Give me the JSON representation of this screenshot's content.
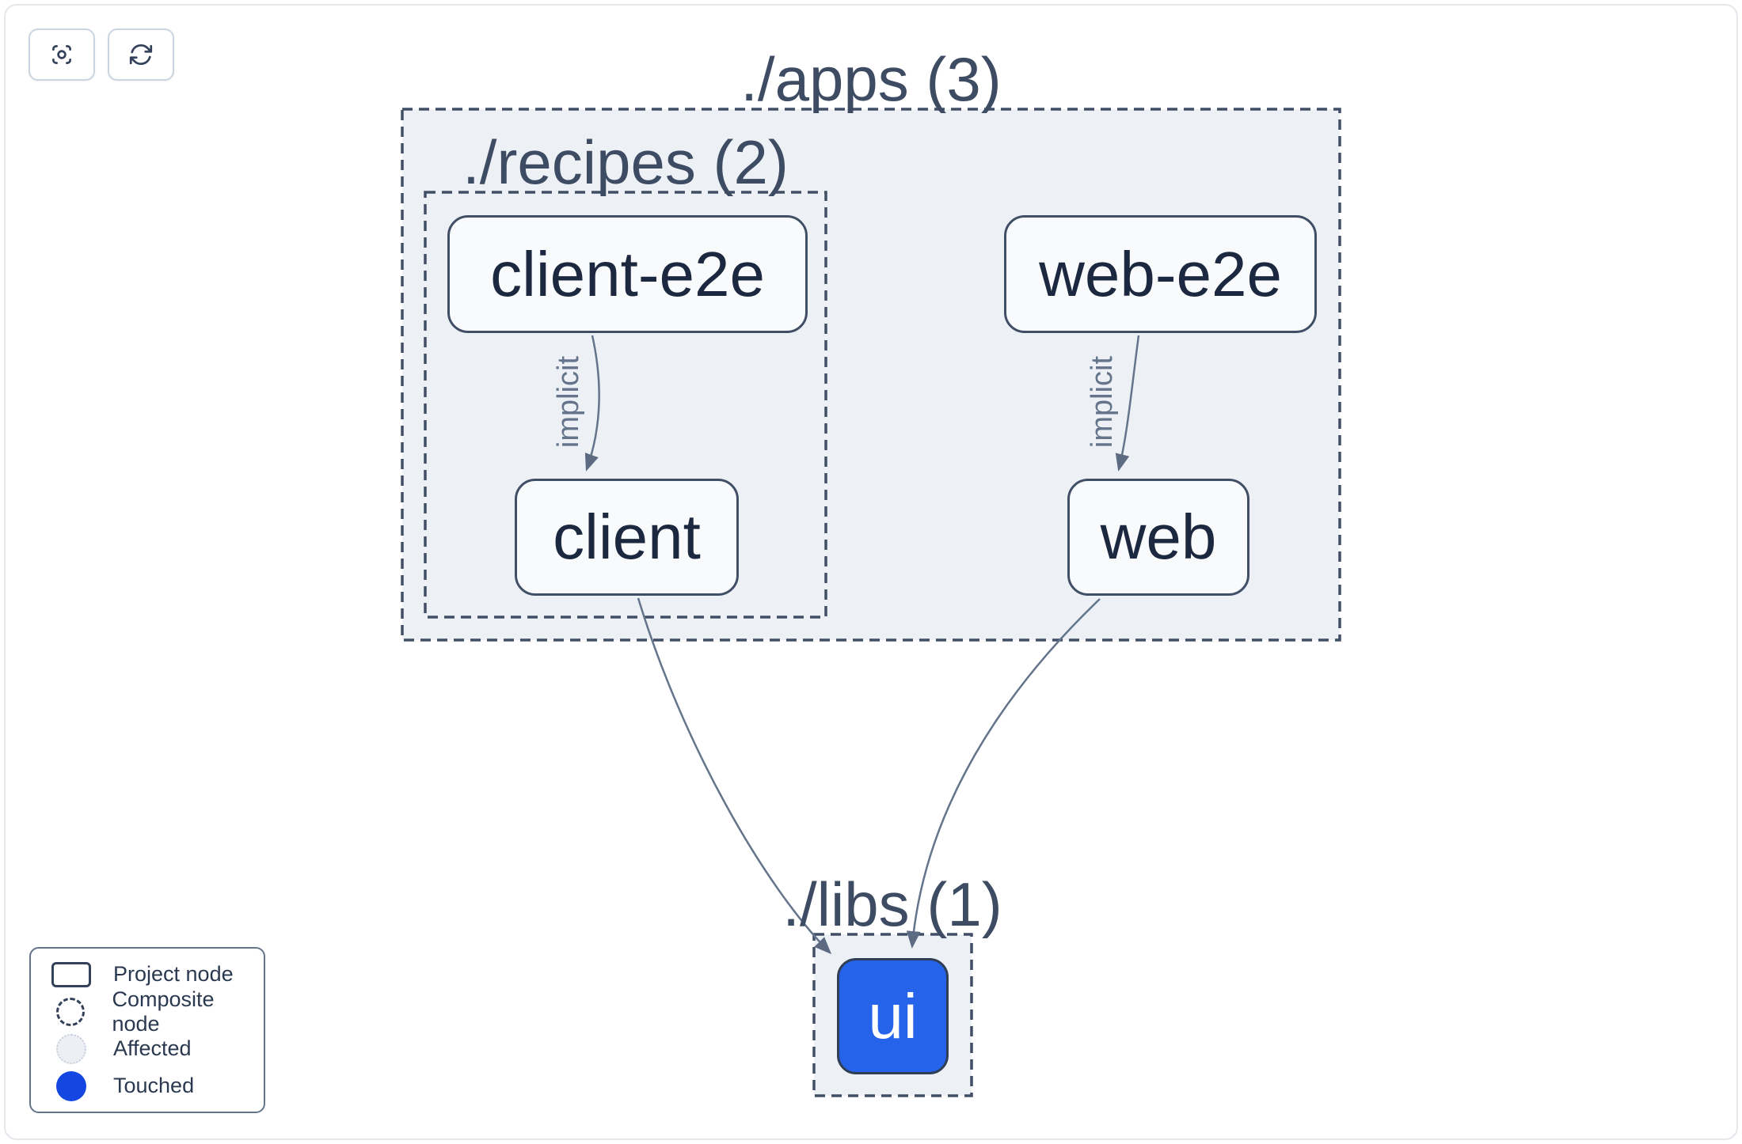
{
  "toolbar": {
    "buttons": [
      {
        "name": "center-graph",
        "icon": "focus-icon"
      },
      {
        "name": "refresh-graph",
        "icon": "refresh-icon"
      }
    ]
  },
  "graph": {
    "groups": [
      {
        "id": "apps",
        "label": "./apps (3)"
      },
      {
        "id": "recipes",
        "label": "./recipes (2)"
      },
      {
        "id": "libs",
        "label": "./libs (1)"
      }
    ],
    "nodes": [
      {
        "id": "client-e2e",
        "label": "client-e2e",
        "state": "normal"
      },
      {
        "id": "web-e2e",
        "label": "web-e2e",
        "state": "normal"
      },
      {
        "id": "client",
        "label": "client",
        "state": "normal"
      },
      {
        "id": "web",
        "label": "web",
        "state": "normal"
      },
      {
        "id": "ui",
        "label": "ui",
        "state": "touched"
      }
    ],
    "edges": [
      {
        "from": "client-e2e",
        "to": "client",
        "label": "implicit"
      },
      {
        "from": "web-e2e",
        "to": "web",
        "label": "implicit"
      },
      {
        "from": "client",
        "to": "ui",
        "label": ""
      },
      {
        "from": "web",
        "to": "ui",
        "label": ""
      }
    ]
  },
  "legend": {
    "items": [
      {
        "label": "Project node",
        "swatch": "project-node"
      },
      {
        "label": "Composite node",
        "swatch": "composite-node"
      },
      {
        "label": "Affected",
        "swatch": "affected"
      },
      {
        "label": "Touched",
        "swatch": "touched"
      }
    ]
  },
  "colors": {
    "touched_blue": "#1446e1",
    "node_touched_fill": "#2563eb",
    "edge_gray": "#64748b",
    "composite_fill": "#edf1f6",
    "border_dark": "#414f66"
  }
}
